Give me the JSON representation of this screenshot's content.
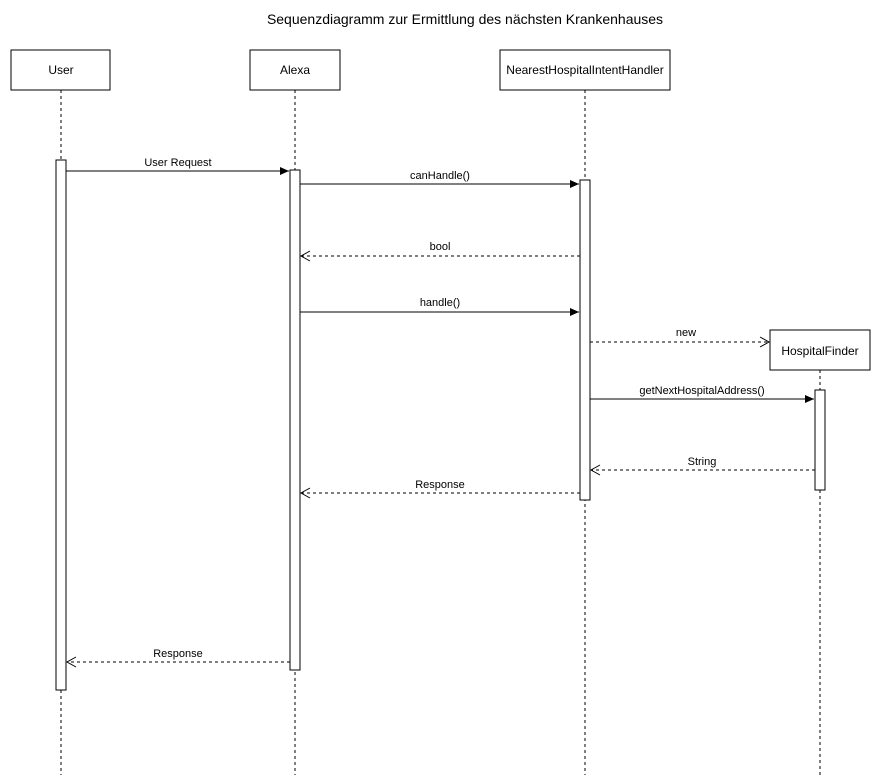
{
  "title": "Sequenzdiagramm zur Ermittlung des nächsten Krankenhauses",
  "participants": [
    {
      "id": "user",
      "label": "User"
    },
    {
      "id": "alexa",
      "label": "Alexa"
    },
    {
      "id": "handler",
      "label": "NearestHospitalIntentHandler"
    },
    {
      "id": "finder",
      "label": "HospitalFinder"
    }
  ],
  "messages": [
    {
      "id": "user-request",
      "label": "User Request",
      "from": "user",
      "to": "alexa",
      "style": "sync"
    },
    {
      "id": "can-handle",
      "label": "canHandle()",
      "from": "alexa",
      "to": "handler",
      "style": "sync"
    },
    {
      "id": "bool-return",
      "label": "bool",
      "from": "handler",
      "to": "alexa",
      "style": "return"
    },
    {
      "id": "handle",
      "label": "handle()",
      "from": "alexa",
      "to": "handler",
      "style": "sync"
    },
    {
      "id": "new-finder",
      "label": "new",
      "from": "handler",
      "to": "finder",
      "style": "create"
    },
    {
      "id": "get-next-hospital-address",
      "label": "getNextHospitalAddress()",
      "from": "handler",
      "to": "finder",
      "style": "sync"
    },
    {
      "id": "string-return",
      "label": "String",
      "from": "finder",
      "to": "handler",
      "style": "return"
    },
    {
      "id": "response-to-alexa",
      "label": "Response",
      "from": "handler",
      "to": "alexa",
      "style": "return"
    },
    {
      "id": "response-to-user",
      "label": "Response",
      "from": "alexa",
      "to": "user",
      "style": "return"
    }
  ],
  "colors": {
    "line": "#000000",
    "background": "#ffffff"
  }
}
